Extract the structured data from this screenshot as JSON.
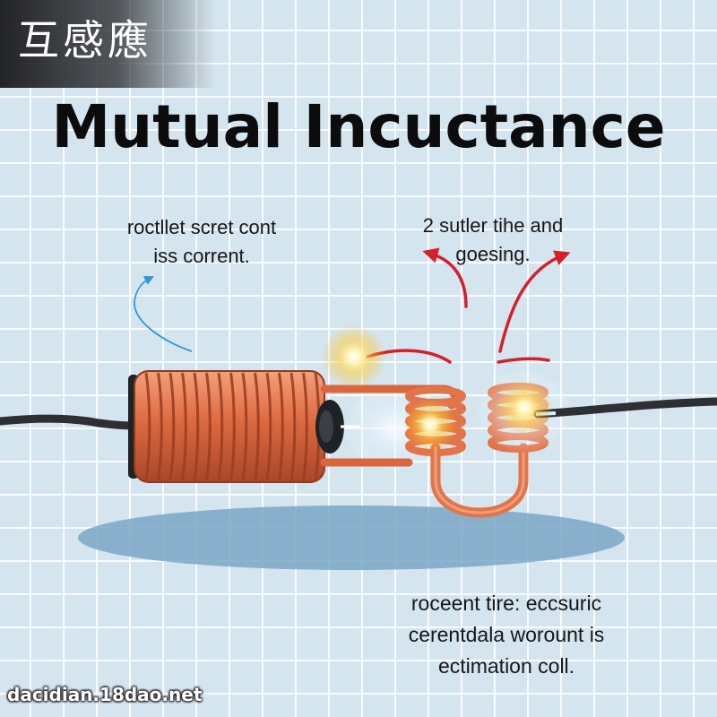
{
  "header": {
    "chinese_title": "互感應",
    "title": "Mutual Incuctance"
  },
  "labels": {
    "left": [
      "roctllet scret cont",
      "iss corrent."
    ],
    "right": [
      "2 sutler tihe and",
      "goesing."
    ],
    "bottom": [
      "roceent tire: eccsuric",
      "cerentdala worount is",
      "ectimation coll."
    ]
  },
  "watermark": "dacidian.18dao.net",
  "colors": {
    "background": "#d4e5ef",
    "grid": "#ffffff",
    "copper": "#dd6a3f",
    "copper_dark": "#9c3f1f",
    "wire": "#2e2f33",
    "flux_arrow": "#d61f2a",
    "current_arrow": "#2b9ad8",
    "shadow": "#7aa7c6",
    "spark": "#ffd54a"
  }
}
